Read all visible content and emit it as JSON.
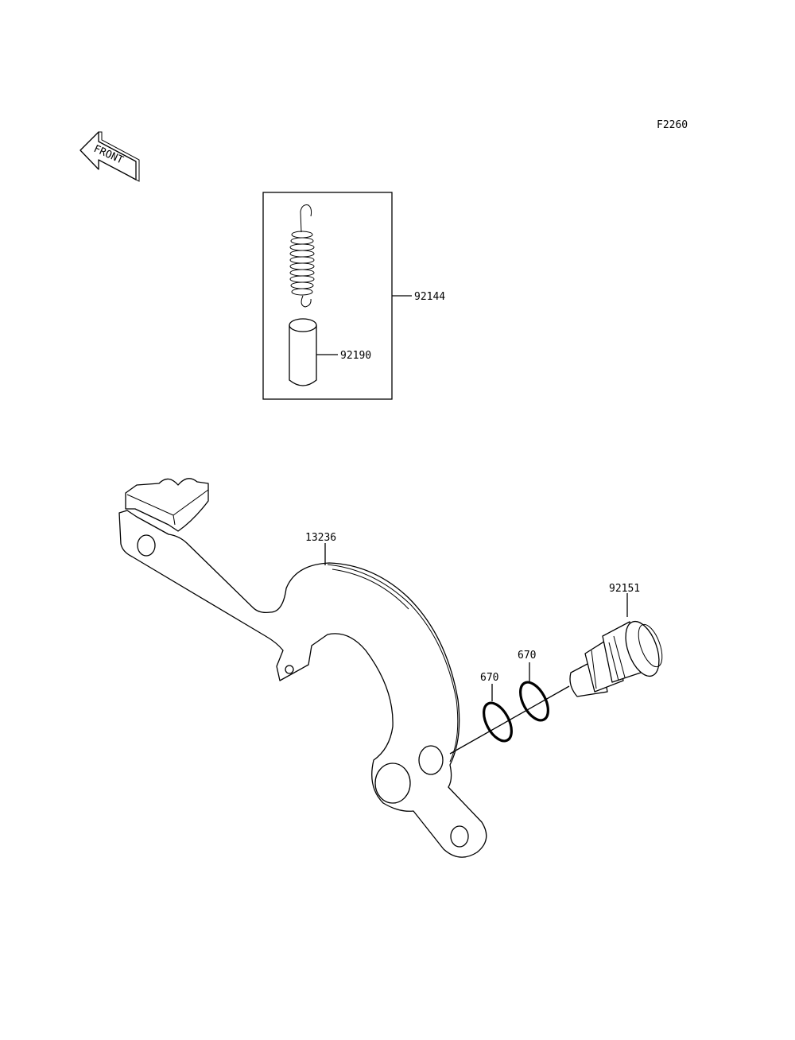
{
  "figure": {
    "code": "F2260",
    "front_label": "FRONT"
  },
  "kit": {
    "label": "92144"
  },
  "parts": {
    "collar": "92190",
    "brake_pedal": "13236",
    "pivot_shaft": "92151",
    "oring_left": "670",
    "oring_right": "670"
  }
}
